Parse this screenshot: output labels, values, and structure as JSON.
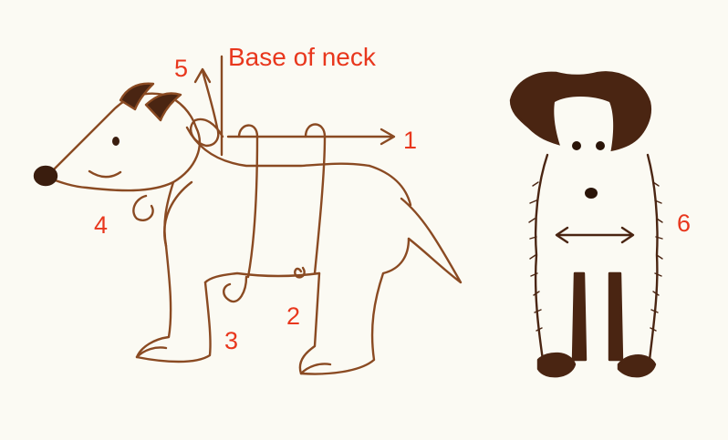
{
  "labels": {
    "base_of_neck": "Base of neck",
    "m1": "1",
    "m2": "2",
    "m3": "3",
    "m4": "4",
    "m5": "5",
    "m6": "6"
  },
  "colors": {
    "background": "#fbfaf3",
    "ink": "#8a4a22",
    "label": "#e8371d"
  }
}
